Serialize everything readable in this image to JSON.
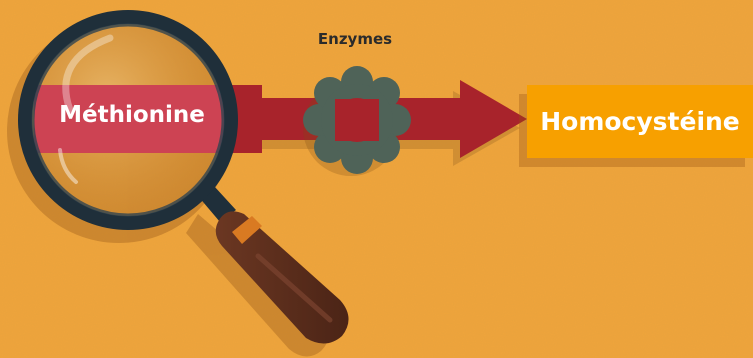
{
  "diagram": {
    "substrate": "Méthionine",
    "enzyme": "Enzymes",
    "product": "Homocystéine"
  },
  "colors": {
    "background": "#f0a43a",
    "arrow": "#a8232b",
    "product_box": "#f7a000",
    "enzyme_ring": "#4f6358",
    "lens_rim": "#1f2f3a",
    "handle": "#5a2d1c",
    "handle_band": "#d97a22"
  },
  "icons": {
    "magnifier": "magnifying-glass-icon",
    "enzyme": "enzyme-ring-icon"
  }
}
